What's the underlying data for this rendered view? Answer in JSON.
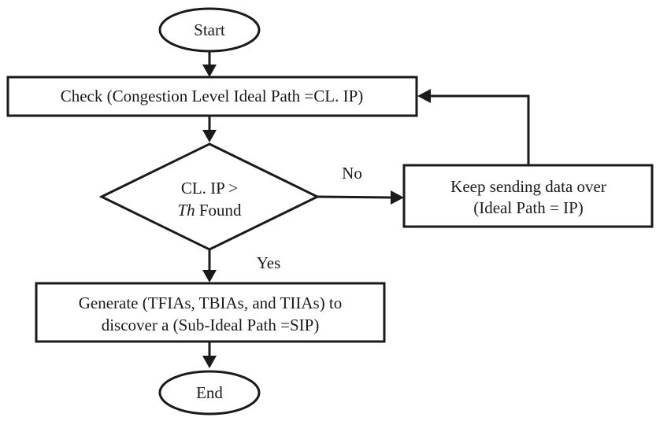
{
  "nodes": {
    "start": {
      "label": "Start"
    },
    "check": {
      "label": "Check (Congestion Level Ideal Path =CL. IP)"
    },
    "decision": {
      "line1": "CL. IP >",
      "line2_italic": "Th",
      "line2_rest": " Found"
    },
    "keep_sending": {
      "line1": "Keep sending data over",
      "line2": "(Ideal Path = IP)"
    },
    "generate": {
      "line1": "Generate (TFIAs, TBIAs, and TIIAs) to",
      "line2": "discover a (Sub-Ideal Path =SIP)"
    },
    "end": {
      "label": "End"
    }
  },
  "edges": {
    "no_label": "No",
    "yes_label": "Yes"
  }
}
